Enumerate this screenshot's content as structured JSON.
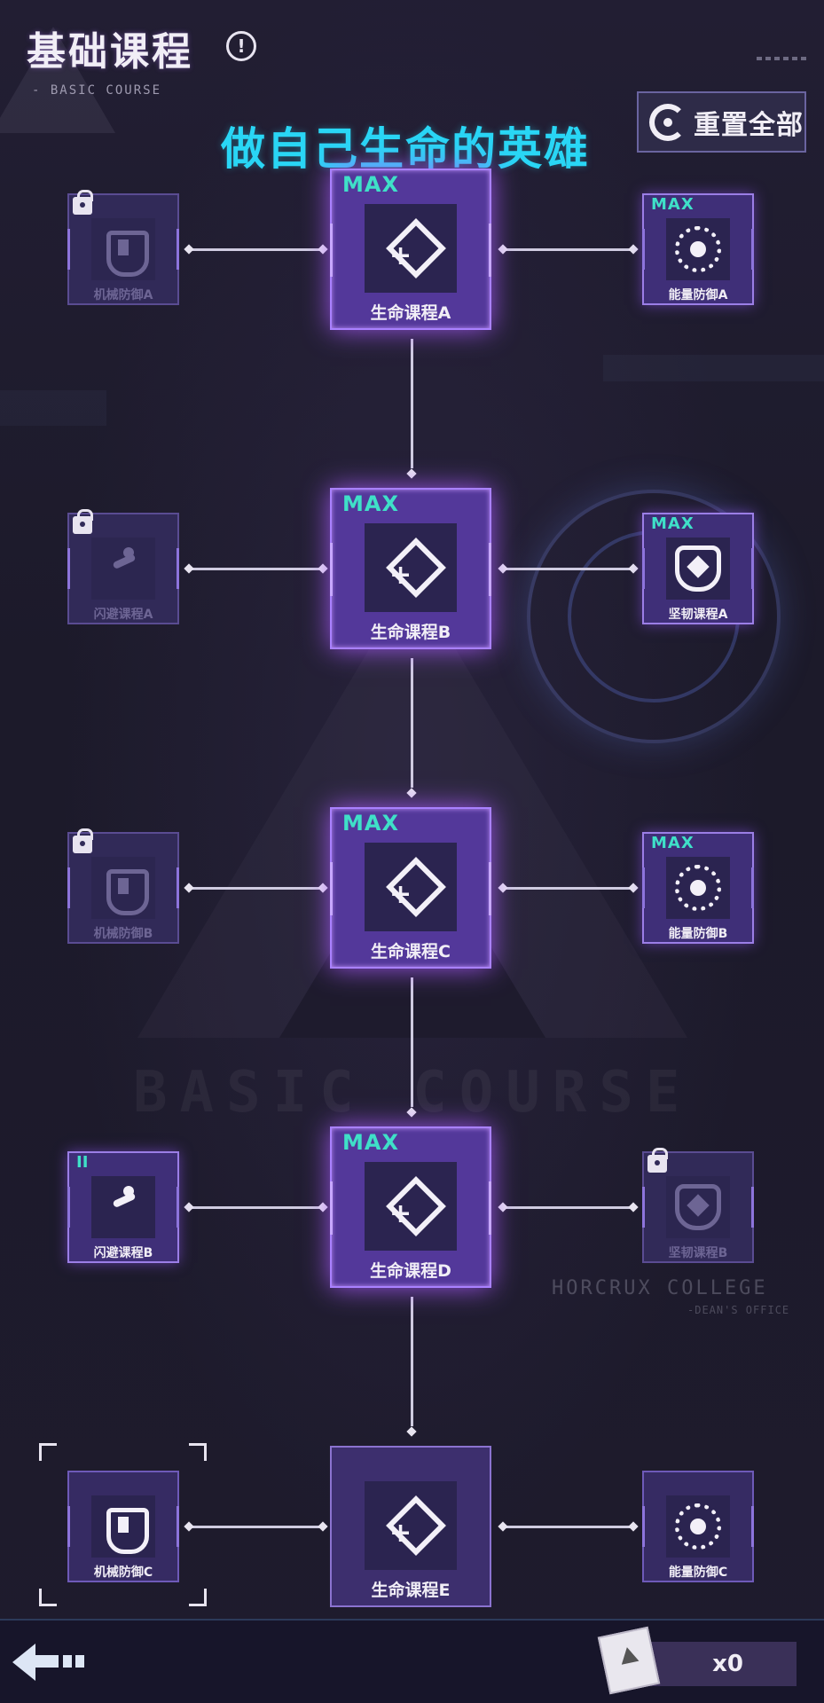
{
  "header": {
    "title": "基础课程",
    "subtitle": "BASIC COURSE",
    "info_icon": "info-icon"
  },
  "slogan": "做自己生命的英雄",
  "reset_button": {
    "label": "重置全部",
    "icon": "reset-icon"
  },
  "background": {
    "watermark": "BASIC COURSE",
    "college": "HORCRUX COLLEGE",
    "office": "-DEAN'S OFFICE"
  },
  "rows": [
    {
      "left": {
        "label": "机械防御A",
        "state": "locked",
        "icon": "shield-icon"
      },
      "main": {
        "label": "生命课程A",
        "badge": "MAX",
        "icon": "heart-plus-icon"
      },
      "right": {
        "label": "能量防御A",
        "badge": "MAX",
        "icon": "orb-icon"
      }
    },
    {
      "left": {
        "label": "闪避课程A",
        "state": "locked",
        "icon": "runner-icon"
      },
      "main": {
        "label": "生命课程B",
        "badge": "MAX",
        "icon": "heart-plus-icon"
      },
      "right": {
        "label": "坚韧课程A",
        "badge": "MAX",
        "icon": "tough-icon"
      }
    },
    {
      "left": {
        "label": "机械防御B",
        "state": "locked",
        "icon": "shield-icon"
      },
      "main": {
        "label": "生命课程C",
        "badge": "MAX",
        "icon": "heart-plus-icon"
      },
      "right": {
        "label": "能量防御B",
        "badge": "MAX",
        "icon": "orb-icon"
      }
    },
    {
      "left": {
        "label": "闪避课程B",
        "badge": "II",
        "icon": "runner-icon"
      },
      "main": {
        "label": "生命课程D",
        "badge": "MAX",
        "icon": "heart-plus-icon"
      },
      "right": {
        "label": "坚韧课程B",
        "state": "locked",
        "icon": "tough-icon"
      }
    },
    {
      "left": {
        "label": "机械防御C",
        "state": "selected",
        "icon": "shield-icon"
      },
      "main": {
        "label": "生命课程E",
        "icon": "heart-plus-icon"
      },
      "right": {
        "label": "能量防御C",
        "icon": "orb-icon"
      }
    }
  ],
  "footer": {
    "back_icon": "back-arrow-icon",
    "item_count": "x0",
    "item_icon": "document-icon"
  },
  "colors": {
    "accent_cyan": "#29d6f5",
    "max_green": "#3fe0c8",
    "node_purple": "#53389a",
    "glow_purple": "#a981ff",
    "background": "#1d1a2c"
  }
}
